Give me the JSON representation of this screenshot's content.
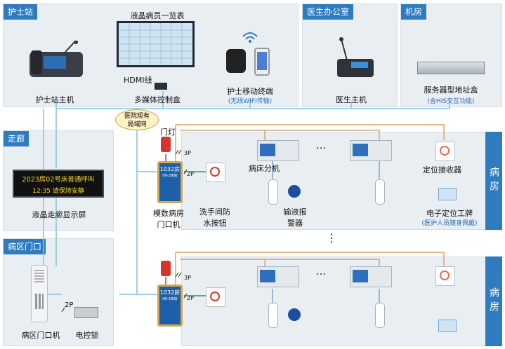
{
  "sections": {
    "nurse_station": "护士站",
    "doctor_office": "医生办公室",
    "server_room": "机房",
    "corridor": "走廊",
    "ward_gate": "病区门口",
    "ward": "病房"
  },
  "nurse_station": {
    "host": "护士站主机",
    "lcd_list": "液晶病员一览表",
    "hdmi": "HDMI线",
    "media_box": "多媒体控制盒",
    "mobile": "护士移动终端",
    "mobile_note": "(无线WIFI传输)"
  },
  "doctor_office": {
    "host": "医生主机"
  },
  "server_room": {
    "box": "服务器型地址盒",
    "note": "(含HIS交互功能)"
  },
  "network": {
    "line1": "医院现有",
    "line2": "局域网"
  },
  "corridor": {
    "line1": "2023房02号床普通呼叫",
    "line2": "12:35  请保持安静",
    "label": "液晶走廊显示屏"
  },
  "ward_gate": {
    "terminal": "病区门口机",
    "lock": "电控锁",
    "wire": "2P"
  },
  "ward": {
    "door_light": "门灯",
    "wire_3p": "3P",
    "wire_2p": "2P",
    "room_no": "1032房",
    "room_sub": "HK-3床房",
    "door_terminal": "模数病房门口机",
    "bathroom_btn": "洗手间防水按钮",
    "bed_ext": "病床分机",
    "iv_alarm": "输液报警器",
    "locator": "定位接收器",
    "badge": "电子定位工牌",
    "badge_note": "(医护人员随身佩戴)",
    "ellipsis": "…",
    "vdots": "⋮",
    "side_label": "病房"
  },
  "colors": {
    "tag_bg": "#2f7bbf",
    "panel_bg": "#e9eef3",
    "wire_blue": "#7fc4e0",
    "wire_orange": "#e8a25a",
    "wire_green": "#2e9b4a",
    "wire_red": "#d9342b"
  }
}
